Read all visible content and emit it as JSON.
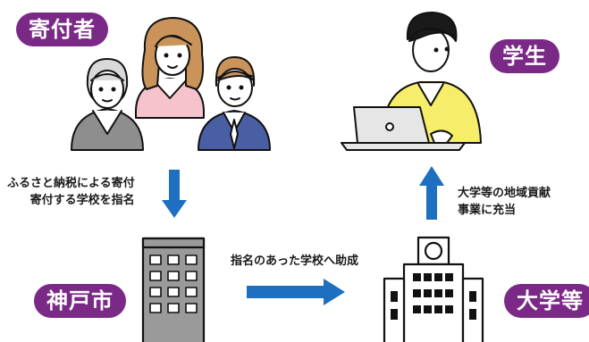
{
  "labels": {
    "donor": "寄付者",
    "student": "学生",
    "city": "神戸市",
    "university": "大学等"
  },
  "captions": {
    "donation_line1": "ふるさと納税による寄付",
    "donation_line2": "寄付する学校を指名",
    "grant": "指名のあった学校へ助成",
    "contribution_line1": "大学等の地域貢献",
    "contribution_line2": "事業に充当"
  },
  "colors": {
    "badge": "#7a2a86",
    "arrow": "#1f6fc0",
    "person_pink": "#f6c3cc",
    "person_gray": "#8e8e8e",
    "person_navy": "#4a5fa3",
    "person_yellow": "#f6ee6a"
  },
  "icons": [
    "donors-illustration",
    "student-laptop-illustration",
    "city-hall-building-icon",
    "university-building-icon",
    "arrow-down-icon",
    "arrow-right-icon",
    "arrow-up-icon"
  ]
}
